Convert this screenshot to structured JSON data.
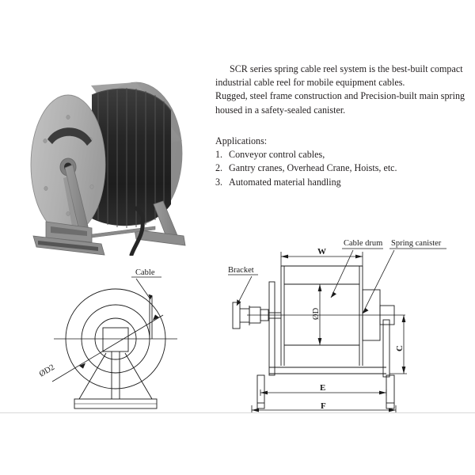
{
  "document": {
    "background_color": "#ffffff",
    "text_color": "#231f20"
  },
  "description": {
    "line1": "SCR series spring cable reel system is the best-built compact",
    "line2": "industrial cable reel for mobile equipment cables.",
    "line3": "Rugged, steel frame construction and Precision-built main spring",
    "line4": "housed in a safety-sealed canister."
  },
  "applications": {
    "title": "Applications:",
    "items": [
      {
        "number": "1.",
        "text": "Conveyor control cables,"
      },
      {
        "number": "2.",
        "text": "Gantry cranes, Overhead Crane, Hoists, etc."
      },
      {
        "number": "3.",
        "text": "Automated material handling"
      }
    ]
  },
  "photo": {
    "alt": "SCR series spring cable reel 3D render",
    "colors": {
      "flange_light": "#b3b3b3",
      "flange_mid": "#9a9a9a",
      "flange_dark": "#8a8a8a",
      "frame": "#8f8f8f",
      "frame_dark": "#6f6f6f",
      "cable": "#2b2b2b",
      "cable_highlight": "#474747",
      "base": "#5a5a5a"
    }
  },
  "drawing_left": {
    "title": "Side elevation view",
    "labels": {
      "cable": "Cable",
      "diameter_d2": "ØD2"
    },
    "line_color": "#1a1a1a"
  },
  "drawing_right": {
    "title": "Front elevation view",
    "labels": {
      "bracket": "Bracket",
      "cable_drum": "Cable drum",
      "spring_canister": "Spring canister"
    },
    "dimensions": {
      "width_w": "W",
      "diameter_d": "ØD",
      "height_c": "C",
      "length_e": "E",
      "length_f": "F"
    },
    "line_color": "#1a1a1a"
  }
}
